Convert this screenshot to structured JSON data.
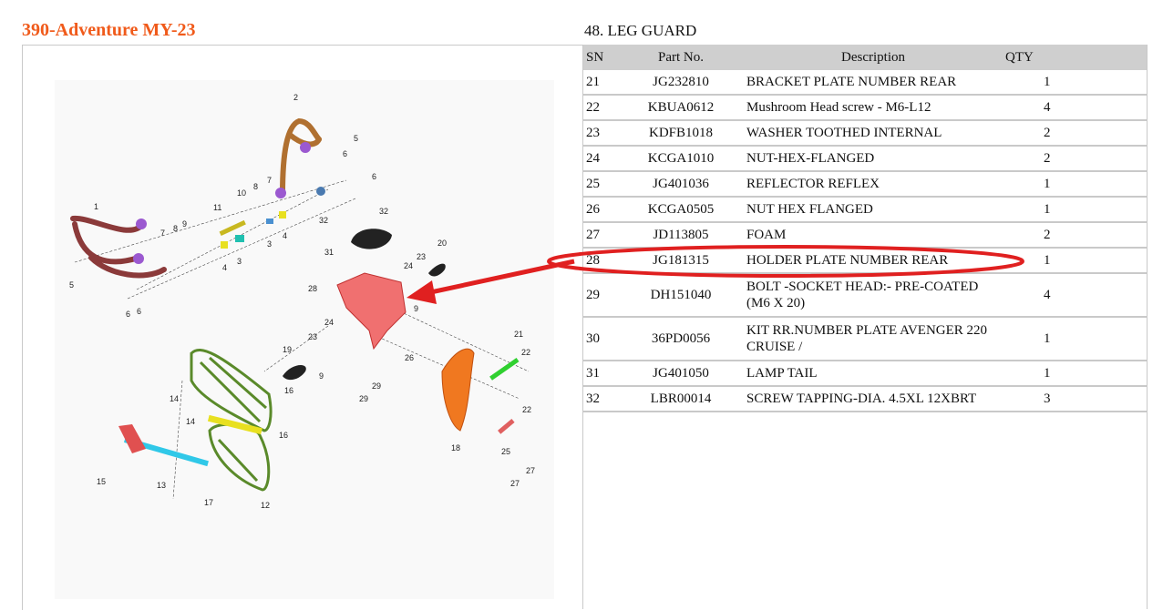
{
  "page": {
    "model_title": "390-Adventure MY-23",
    "section_title": "48. LEG GUARD"
  },
  "table": {
    "headers": {
      "sn": "SN",
      "part_no": "Part No.",
      "description": "Description",
      "qty": "QTY"
    },
    "rows": [
      {
        "sn": "21",
        "part_no": "JG232810",
        "description": "BRACKET PLATE NUMBER REAR",
        "qty": "1"
      },
      {
        "sn": "22",
        "part_no": "KBUA0612",
        "description": "Mushroom Head screw - M6-L12",
        "qty": "4"
      },
      {
        "sn": "23",
        "part_no": "KDFB1018",
        "description": "WASHER TOOTHED INTERNAL",
        "qty": "2"
      },
      {
        "sn": "24",
        "part_no": "KCGA1010",
        "description": "NUT-HEX-FLANGED",
        "qty": "2"
      },
      {
        "sn": "25",
        "part_no": "JG401036",
        "description": "REFLECTOR REFLEX",
        "qty": "1"
      },
      {
        "sn": "26",
        "part_no": "KCGA0505",
        "description": "NUT HEX FLANGED",
        "qty": "1"
      },
      {
        "sn": "27",
        "part_no": "JD113805",
        "description": "FOAM",
        "qty": "2"
      },
      {
        "sn": "28",
        "part_no": "JG181315",
        "description": "HOLDER PLATE NUMBER REAR",
        "qty": "1"
      },
      {
        "sn": "29",
        "part_no": "DH151040",
        "description": "BOLT -SOCKET HEAD:- PRE-COATED (M6 X 20)",
        "qty": "4"
      },
      {
        "sn": "30",
        "part_no": "36PD0056",
        "description": "KIT RR.NUMBER PLATE AVENGER 220 CRUISE /",
        "qty": "1"
      },
      {
        "sn": "31",
        "part_no": "JG401050",
        "description": "LAMP TAIL",
        "qty": "1"
      },
      {
        "sn": "32",
        "part_no": "LBR00014",
        "description": "SCREW TAPPING-DIA. 4.5XL 12XBRT",
        "qty": "3"
      }
    ]
  },
  "diagram": {
    "callouts": [
      "1",
      "2",
      "3",
      "3",
      "4",
      "4",
      "5",
      "5",
      "6",
      "6",
      "6",
      "6",
      "7",
      "7",
      "8",
      "8",
      "9",
      "9",
      "9",
      "10",
      "11",
      "12",
      "13",
      "14",
      "14",
      "15",
      "16",
      "16",
      "17",
      "18",
      "19",
      "20",
      "21",
      "22",
      "22",
      "23",
      "23",
      "24",
      "24",
      "25",
      "26",
      "27",
      "27",
      "28",
      "29",
      "29",
      "31",
      "32",
      "32"
    ]
  },
  "colors": {
    "title_orange": "#f05a1a",
    "header_grey": "#cfcfcf",
    "highlight_red": "#e02020"
  }
}
